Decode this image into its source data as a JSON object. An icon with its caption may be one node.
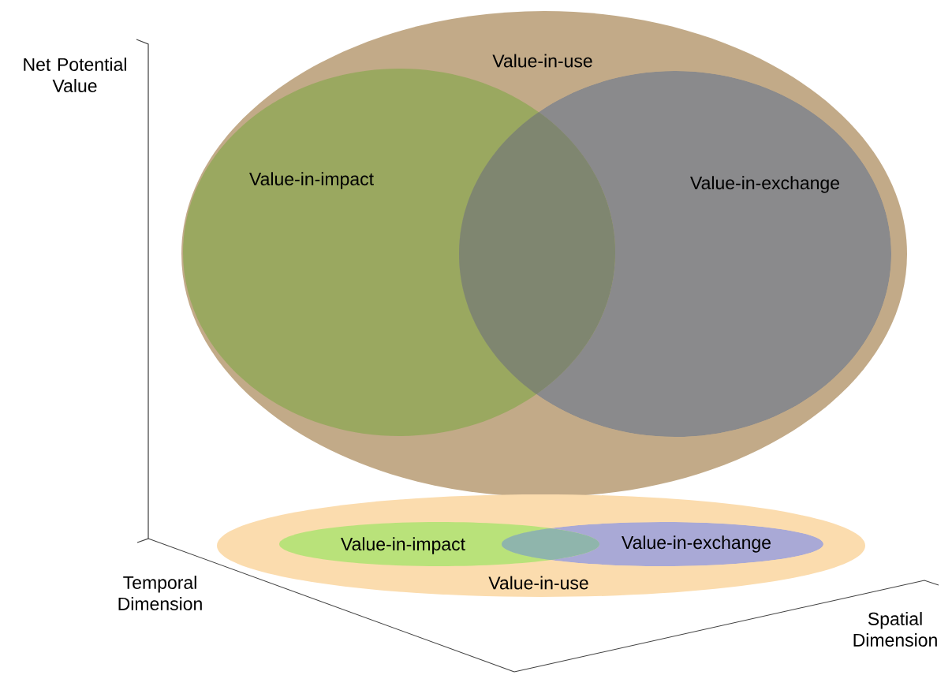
{
  "diagram": {
    "nodes": [
      {
        "text": [
          "Value-in-use"
        ]
      },
      {
        "text": [
          "Value-in-impact"
        ],
        "in": 0
      },
      {
        "text": [
          "Value-in-exchange"
        ],
        "in": 0
      },
      {
        "text": [
          "Value-in-use"
        ]
      },
      {
        "text": [
          "Value-in-impact"
        ],
        "in": 3
      },
      {
        "text": [
          "Value-in-exchange"
        ],
        "in": 3
      }
    ],
    "labels": [
      "Net Potential Value",
      "Temporal Dimension",
      "Spatial Dimension"
    ]
  }
}
